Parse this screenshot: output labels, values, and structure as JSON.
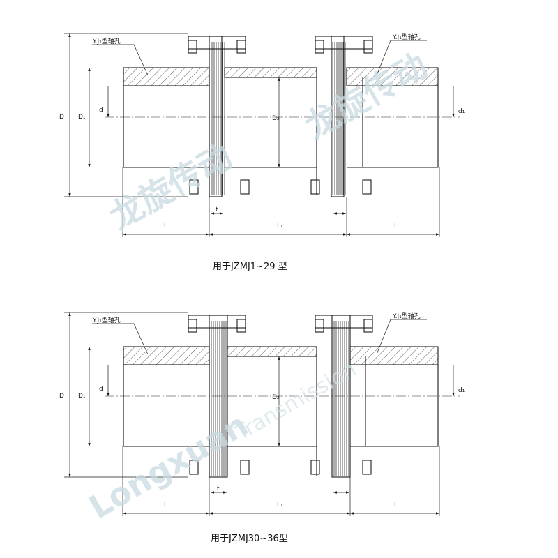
{
  "figure1": {
    "caption": "用于JZMJ1~29 型",
    "bore_note_left": "Y.J₁型轴孔",
    "bore_note_right": "Y.J₁型轴孔",
    "dims": {
      "D": "D",
      "D1": "D₁",
      "d": "d",
      "D2": "D₂",
      "d1": "d₁",
      "t": "t",
      "L": "L",
      "L1": "L₁",
      "L_right": "L"
    }
  },
  "figure2": {
    "caption": "用于JZMJ30~36型",
    "bore_note_left": "Y.J₁型轴孔",
    "bore_note_right": "Y.J₁型轴孔",
    "dims": {
      "D": "D",
      "D1": "D₁",
      "d": "d",
      "D2": "D₂",
      "d1": "d₁",
      "t": "t",
      "L": "L",
      "L1": "L₁",
      "L_right": "L"
    }
  },
  "watermark": {
    "cn_text": "龙旋传动",
    "en_text": "Longxuan",
    "en_text2": "Transmission",
    "color": "#c9dce3"
  }
}
